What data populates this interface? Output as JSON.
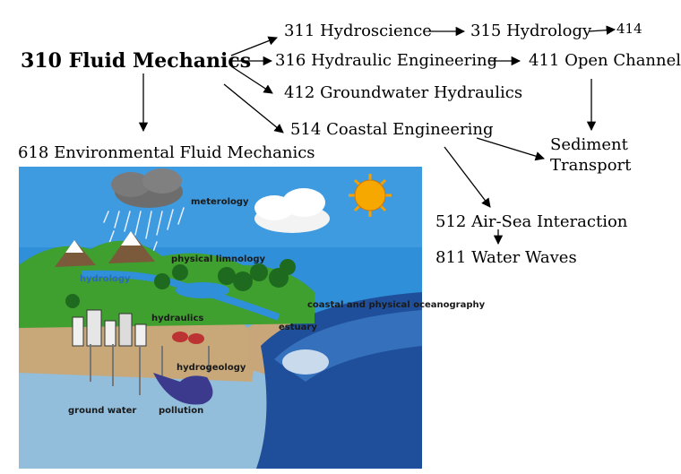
{
  "nodes": {
    "root": "310 Fluid Mechanics",
    "n311": "311 Hydroscience",
    "n315": "315 Hydrology",
    "n414": "414",
    "n316": "316 Hydraulic Engineering",
    "n411": "411 Open Channel",
    "n412": "412 Groundwater Hydraulics",
    "n514": "514 Coastal Engineering",
    "n618": "618 Environmental Fluid Mechanics",
    "sediment": "Sediment Transport",
    "n512": "512 Air-Sea Interaction",
    "n811": "811 Water Waves"
  },
  "illustration": {
    "labels": {
      "meteorology": "meterology",
      "limnology": "physical limnology",
      "hydrology": "hydrology",
      "hydraulics": "hydraulics",
      "coastal": "coastal and physical oceanography",
      "estuary": "estuary",
      "hydrogeology": "hydrogeology",
      "groundwater": "ground water",
      "pollution": "pollution"
    },
    "colors": {
      "sky": "#2f8fd8",
      "soil": "#c8a878",
      "groundwater": "#7fb3d6",
      "ocean": "#1f4f9a",
      "hills": "#3f9f2f",
      "sun": "#f5a000",
      "pollution": "#3b3a8c"
    }
  }
}
